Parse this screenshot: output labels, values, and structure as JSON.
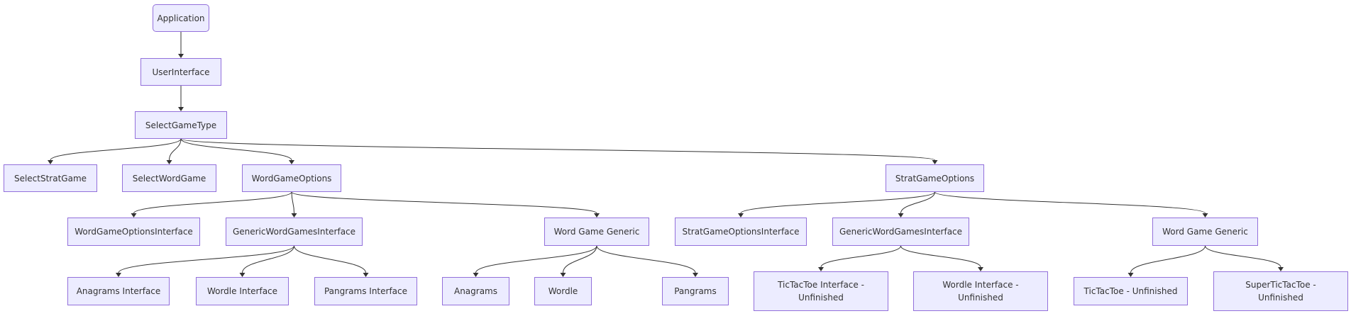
{
  "diagram": {
    "type": "flowchart-top-down",
    "colors": {
      "node_fill": "#ececff",
      "node_border": "#9370db",
      "edge": "#333333",
      "text": "#333333"
    },
    "nodes": {
      "application": "Application",
      "user_interface": "UserInterface",
      "select_game_type": "SelectGameType",
      "select_strat_game": "SelectStratGame",
      "select_word_game": "SelectWordGame",
      "word_game_options": "WordGameOptions",
      "strat_game_options": "StratGameOptions",
      "word_game_options_interface": "WordGameOptionsInterface",
      "generic_word_games_interface_word": "GenericWordGamesInterface",
      "word_game_generic_word": "Word Game Generic",
      "strat_game_options_interface": "StratGameOptionsInterface",
      "generic_word_games_interface_strat": "GenericWordGamesInterface",
      "word_game_generic_strat": "Word Game Generic",
      "anagrams_interface": "Anagrams Interface",
      "wordle_interface": "Wordle Interface",
      "pangrams_interface": "Pangrams Interface",
      "anagrams": "Anagrams",
      "wordle": "Wordle",
      "pangrams": "Pangrams",
      "tictactoe_interface_line1": "TicTacToe Interface -",
      "tictactoe_interface_line2": "Unfinished",
      "wordle_interface_unfinished_line1": "Wordle Interface -",
      "wordle_interface_unfinished_line2": "Unfinished",
      "tictactoe_unfinished": "TicTacToe - Unfinished",
      "supertictactoe_line1": "SuperTicTacToe -",
      "supertictactoe_line2": "Unfinished"
    },
    "edges": [
      [
        "application",
        "user_interface"
      ],
      [
        "user_interface",
        "select_game_type"
      ],
      [
        "select_game_type",
        "select_strat_game"
      ],
      [
        "select_game_type",
        "select_word_game"
      ],
      [
        "select_game_type",
        "word_game_options"
      ],
      [
        "select_game_type",
        "strat_game_options"
      ],
      [
        "word_game_options",
        "word_game_options_interface"
      ],
      [
        "word_game_options",
        "generic_word_games_interface_word"
      ],
      [
        "word_game_options",
        "word_game_generic_word"
      ],
      [
        "strat_game_options",
        "strat_game_options_interface"
      ],
      [
        "strat_game_options",
        "generic_word_games_interface_strat"
      ],
      [
        "strat_game_options",
        "word_game_generic_strat"
      ],
      [
        "generic_word_games_interface_word",
        "anagrams_interface"
      ],
      [
        "generic_word_games_interface_word",
        "wordle_interface"
      ],
      [
        "generic_word_games_interface_word",
        "pangrams_interface"
      ],
      [
        "word_game_generic_word",
        "anagrams"
      ],
      [
        "word_game_generic_word",
        "wordle"
      ],
      [
        "word_game_generic_word",
        "pangrams"
      ],
      [
        "generic_word_games_interface_strat",
        "tictactoe_interface"
      ],
      [
        "generic_word_games_interface_strat",
        "wordle_interface_unfinished"
      ],
      [
        "word_game_generic_strat",
        "tictactoe_unfinished"
      ],
      [
        "word_game_generic_strat",
        "supertictactoe"
      ]
    ]
  }
}
